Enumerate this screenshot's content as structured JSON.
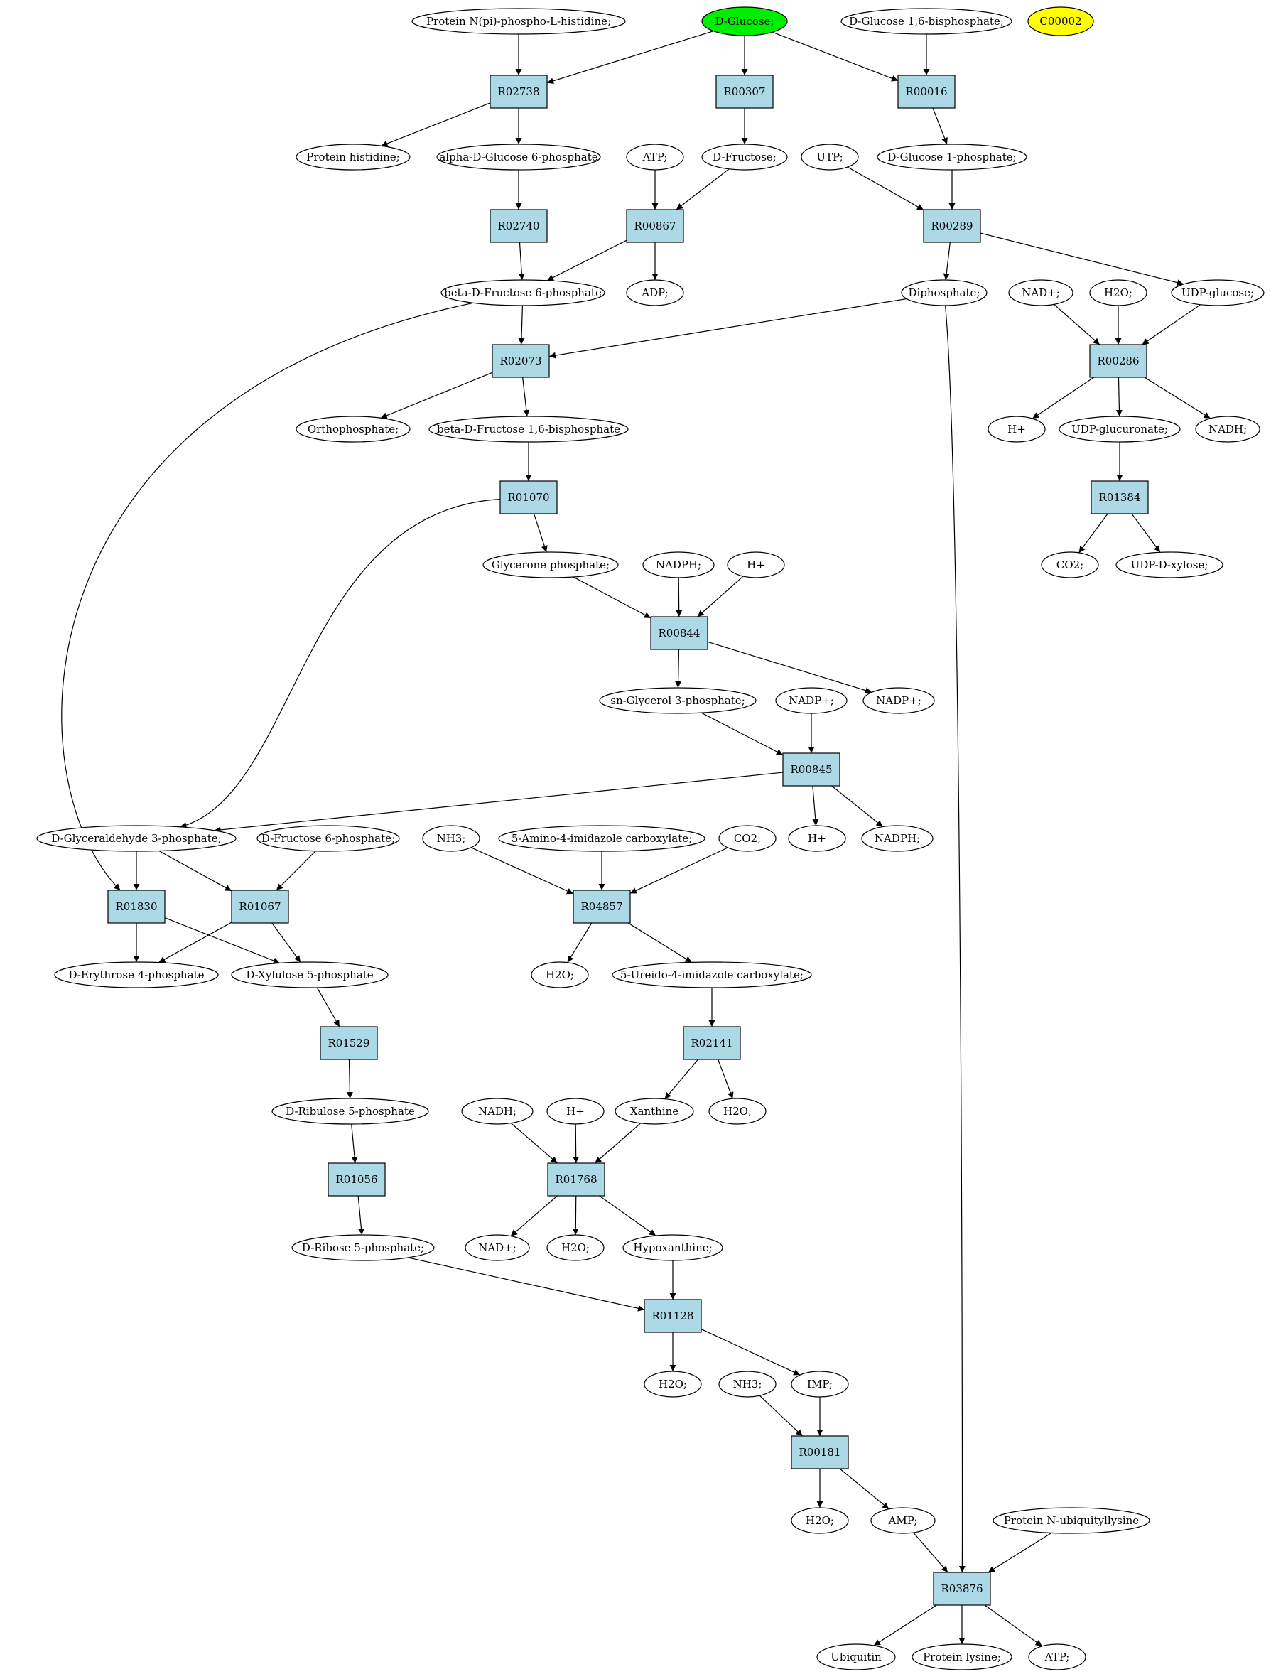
{
  "diagram": {
    "colors": {
      "reaction_fill": "#add8e6",
      "compound_fill": "#ffffff",
      "start_fill": "#00ee00",
      "highlight_fill": "#ffff00",
      "stroke": "#000000"
    },
    "nodes": [
      {
        "id": "n1",
        "kind": "compound",
        "label": "Protein N(pi)-phospho-L-histidine;"
      },
      {
        "id": "n2",
        "kind": "start",
        "label": "D-Glucose;"
      },
      {
        "id": "n3",
        "kind": "compound",
        "label": "D-Glucose 1,6-bisphosphate;"
      },
      {
        "id": "n4",
        "kind": "highlight",
        "label": "C00002"
      },
      {
        "id": "r1",
        "kind": "reaction",
        "label": "R02738"
      },
      {
        "id": "r2",
        "kind": "reaction",
        "label": "R00307"
      },
      {
        "id": "r3",
        "kind": "reaction",
        "label": "R00016"
      },
      {
        "id": "n5",
        "kind": "compound",
        "label": "Protein histidine;"
      },
      {
        "id": "n6",
        "kind": "compound",
        "label": "alpha-D-Glucose 6-phosphate"
      },
      {
        "id": "n7",
        "kind": "compound",
        "label": "ATP;"
      },
      {
        "id": "n8",
        "kind": "compound",
        "label": "D-Fructose;"
      },
      {
        "id": "n9",
        "kind": "compound",
        "label": "UTP;"
      },
      {
        "id": "n10",
        "kind": "compound",
        "label": "D-Glucose 1-phosphate;"
      },
      {
        "id": "r4",
        "kind": "reaction",
        "label": "R02740"
      },
      {
        "id": "r5",
        "kind": "reaction",
        "label": "R00867"
      },
      {
        "id": "r6",
        "kind": "reaction",
        "label": "R00289"
      },
      {
        "id": "n11",
        "kind": "compound",
        "label": "beta-D-Fructose 6-phosphate"
      },
      {
        "id": "n12",
        "kind": "compound",
        "label": "ADP;"
      },
      {
        "id": "n13",
        "kind": "compound",
        "label": "Diphosphate;"
      },
      {
        "id": "n14",
        "kind": "compound",
        "label": "NAD+;"
      },
      {
        "id": "n15",
        "kind": "compound",
        "label": "H2O;"
      },
      {
        "id": "n16",
        "kind": "compound",
        "label": "UDP-glucose;"
      },
      {
        "id": "r7",
        "kind": "reaction",
        "label": "R02073"
      },
      {
        "id": "r8",
        "kind": "reaction",
        "label": "R00286"
      },
      {
        "id": "n17",
        "kind": "compound",
        "label": "Orthophosphate;"
      },
      {
        "id": "n18",
        "kind": "compound",
        "label": "beta-D-Fructose 1,6-bisphosphate"
      },
      {
        "id": "n19",
        "kind": "compound",
        "label": "H+"
      },
      {
        "id": "n20",
        "kind": "compound",
        "label": "UDP-glucuronate;"
      },
      {
        "id": "n21",
        "kind": "compound",
        "label": "NADH;"
      },
      {
        "id": "r9",
        "kind": "reaction",
        "label": "R01070"
      },
      {
        "id": "r10",
        "kind": "reaction",
        "label": "R01384"
      },
      {
        "id": "n22",
        "kind": "compound",
        "label": "Glycerone phosphate;"
      },
      {
        "id": "n23",
        "kind": "compound",
        "label": "NADPH;"
      },
      {
        "id": "n24",
        "kind": "compound",
        "label": "H+"
      },
      {
        "id": "n25",
        "kind": "compound",
        "label": "CO2;"
      },
      {
        "id": "n26",
        "kind": "compound",
        "label": "UDP-D-xylose;"
      },
      {
        "id": "r11",
        "kind": "reaction",
        "label": "R00844"
      },
      {
        "id": "n27",
        "kind": "compound",
        "label": "sn-Glycerol 3-phosphate;"
      },
      {
        "id": "n28",
        "kind": "compound",
        "label": "NADP+;"
      },
      {
        "id": "n29",
        "kind": "compound",
        "label": "NADP+;"
      },
      {
        "id": "r12",
        "kind": "reaction",
        "label": "R00845"
      },
      {
        "id": "n30",
        "kind": "compound",
        "label": "D-Glyceraldehyde 3-phosphate;"
      },
      {
        "id": "n31",
        "kind": "compound",
        "label": "D-Fructose 6-phosphate;"
      },
      {
        "id": "n32",
        "kind": "compound",
        "label": "NH3;"
      },
      {
        "id": "n33",
        "kind": "compound",
        "label": "5-Amino-4-imidazole carboxylate;"
      },
      {
        "id": "n34",
        "kind": "compound",
        "label": "CO2;"
      },
      {
        "id": "n35",
        "kind": "compound",
        "label": "H+"
      },
      {
        "id": "n36",
        "kind": "compound",
        "label": "NADPH;"
      },
      {
        "id": "r13",
        "kind": "reaction",
        "label": "R01830"
      },
      {
        "id": "r14",
        "kind": "reaction",
        "label": "R01067"
      },
      {
        "id": "r15",
        "kind": "reaction",
        "label": "R04857"
      },
      {
        "id": "n37",
        "kind": "compound",
        "label": "D-Erythrose 4-phosphate"
      },
      {
        "id": "n38",
        "kind": "compound",
        "label": "D-Xylulose 5-phosphate"
      },
      {
        "id": "n39",
        "kind": "compound",
        "label": "H2O;"
      },
      {
        "id": "n40",
        "kind": "compound",
        "label": "5-Ureido-4-imidazole carboxylate;"
      },
      {
        "id": "r16",
        "kind": "reaction",
        "label": "R01529"
      },
      {
        "id": "r17",
        "kind": "reaction",
        "label": "R02141"
      },
      {
        "id": "n41",
        "kind": "compound",
        "label": "D-Ribulose 5-phosphate"
      },
      {
        "id": "n42",
        "kind": "compound",
        "label": "NADH;"
      },
      {
        "id": "n43",
        "kind": "compound",
        "label": "H+"
      },
      {
        "id": "n44",
        "kind": "compound",
        "label": "Xanthine"
      },
      {
        "id": "n45",
        "kind": "compound",
        "label": "H2O;"
      },
      {
        "id": "r18",
        "kind": "reaction",
        "label": "R01056"
      },
      {
        "id": "r19",
        "kind": "reaction",
        "label": "R01768"
      },
      {
        "id": "n46",
        "kind": "compound",
        "label": "D-Ribose 5-phosphate;"
      },
      {
        "id": "n47",
        "kind": "compound",
        "label": "NAD+;"
      },
      {
        "id": "n48",
        "kind": "compound",
        "label": "H2O;"
      },
      {
        "id": "n49",
        "kind": "compound",
        "label": "Hypoxanthine;"
      },
      {
        "id": "r20",
        "kind": "reaction",
        "label": "R01128"
      },
      {
        "id": "n50",
        "kind": "compound",
        "label": "H2O;"
      },
      {
        "id": "n51",
        "kind": "compound",
        "label": "NH3;"
      },
      {
        "id": "n52",
        "kind": "compound",
        "label": "IMP;"
      },
      {
        "id": "r21",
        "kind": "reaction",
        "label": "R00181"
      },
      {
        "id": "n53",
        "kind": "compound",
        "label": "H2O;"
      },
      {
        "id": "n54",
        "kind": "compound",
        "label": "AMP;"
      },
      {
        "id": "n55",
        "kind": "compound",
        "label": "Protein N-ubiquityllysine"
      },
      {
        "id": "r22",
        "kind": "reaction",
        "label": "R03876"
      },
      {
        "id": "n56",
        "kind": "compound",
        "label": "Ubiquitin"
      },
      {
        "id": "n57",
        "kind": "compound",
        "label": "Protein lysine;"
      },
      {
        "id": "n58",
        "kind": "compound",
        "label": "ATP;"
      }
    ],
    "edges": [
      [
        "n1",
        "r1"
      ],
      [
        "n2",
        "r1"
      ],
      [
        "n2",
        "r2"
      ],
      [
        "n2",
        "r3"
      ],
      [
        "n3",
        "r3"
      ],
      [
        "r1",
        "n5"
      ],
      [
        "r1",
        "n6"
      ],
      [
        "r2",
        "n8"
      ],
      [
        "r3",
        "n10"
      ],
      [
        "n6",
        "r4"
      ],
      [
        "n7",
        "r5"
      ],
      [
        "n8",
        "r5"
      ],
      [
        "n9",
        "r6"
      ],
      [
        "n10",
        "r6"
      ],
      [
        "r4",
        "n11"
      ],
      [
        "r5",
        "n11"
      ],
      [
        "r5",
        "n12"
      ],
      [
        "r6",
        "n13"
      ],
      [
        "r6",
        "n16"
      ],
      [
        "n11",
        "r7"
      ],
      [
        "n13",
        "r7"
      ],
      [
        "n14",
        "r8"
      ],
      [
        "n15",
        "r8"
      ],
      [
        "n16",
        "r8"
      ],
      [
        "r7",
        "n17"
      ],
      [
        "r7",
        "n18"
      ],
      [
        "r8",
        "n19"
      ],
      [
        "r8",
        "n20"
      ],
      [
        "r8",
        "n21"
      ],
      [
        "n18",
        "r9"
      ],
      [
        "n20",
        "r10"
      ],
      [
        "r9",
        "n22"
      ],
      [
        "r10",
        "n25"
      ],
      [
        "r10",
        "n26"
      ],
      [
        "n22",
        "r11"
      ],
      [
        "n23",
        "r11"
      ],
      [
        "n24",
        "r11"
      ],
      [
        "r11",
        "n27"
      ],
      [
        "r11",
        "n28"
      ],
      [
        "n27",
        "r12"
      ],
      [
        "n29",
        "r12"
      ],
      [
        "r12",
        "n30"
      ],
      [
        "r12",
        "n35"
      ],
      [
        "r12",
        "n36"
      ],
      [
        "r9",
        "n30"
      ],
      [
        "n11",
        "r13"
      ],
      [
        "n30",
        "r13"
      ],
      [
        "n30",
        "r14"
      ],
      [
        "n31",
        "r14"
      ],
      [
        "n32",
        "r15"
      ],
      [
        "n33",
        "r15"
      ],
      [
        "n34",
        "r15"
      ],
      [
        "r13",
        "n37"
      ],
      [
        "r13",
        "n38"
      ],
      [
        "r14",
        "n37"
      ],
      [
        "r14",
        "n38"
      ],
      [
        "r15",
        "n39"
      ],
      [
        "r15",
        "n40"
      ],
      [
        "n38",
        "r16"
      ],
      [
        "n40",
        "r17"
      ],
      [
        "r16",
        "n41"
      ],
      [
        "r17",
        "n44"
      ],
      [
        "r17",
        "n45"
      ],
      [
        "n41",
        "r18"
      ],
      [
        "n42",
        "r19"
      ],
      [
        "n43",
        "r19"
      ],
      [
        "n44",
        "r19"
      ],
      [
        "r18",
        "n46"
      ],
      [
        "r19",
        "n47"
      ],
      [
        "r19",
        "n48"
      ],
      [
        "r19",
        "n49"
      ],
      [
        "n46",
        "r20"
      ],
      [
        "n49",
        "r20"
      ],
      [
        "r20",
        "n50"
      ],
      [
        "r20",
        "n52"
      ],
      [
        "n51",
        "r21"
      ],
      [
        "n52",
        "r21"
      ],
      [
        "r21",
        "n53"
      ],
      [
        "r21",
        "n54"
      ],
      [
        "n13",
        "r22"
      ],
      [
        "n54",
        "r22"
      ],
      [
        "n55",
        "r22"
      ],
      [
        "r22",
        "n56"
      ],
      [
        "r22",
        "n57"
      ],
      [
        "r22",
        "n58"
      ]
    ]
  }
}
